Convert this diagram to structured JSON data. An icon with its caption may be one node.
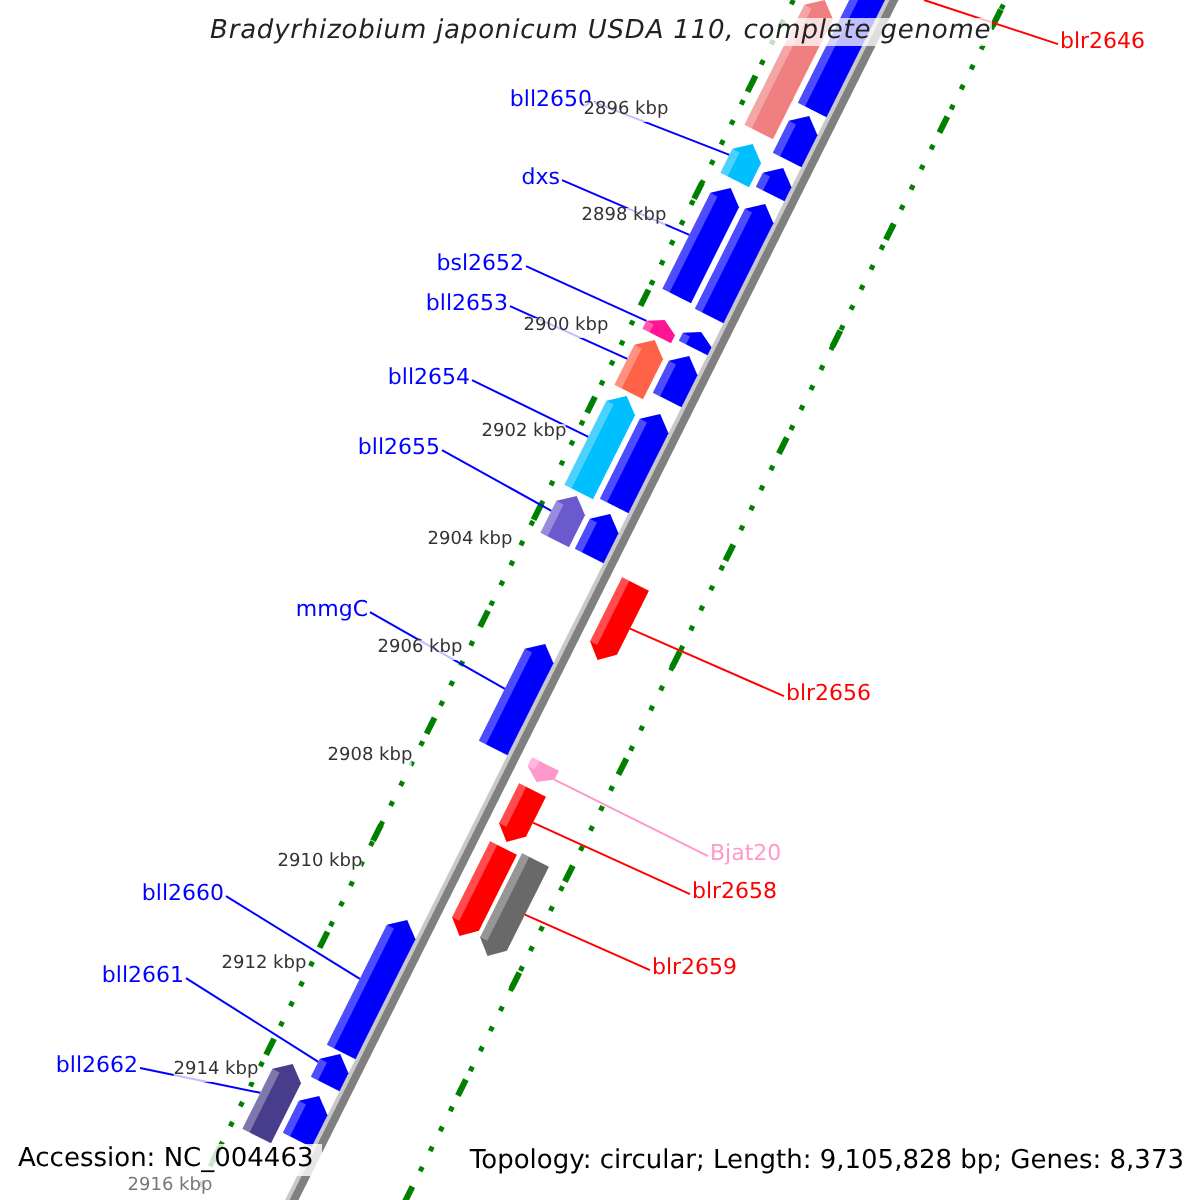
{
  "diagram": {
    "title": "Bradyrhizobium japonicum USDA 110, complete genome",
    "nodes": [
      {
        "text": [
          "blr2646"
        ]
      },
      {
        "text": [
          "bll2650"
        ]
      },
      {
        "text": [],
        "shape": "arrow"
      },
      {
        "text": [
          "dxs"
        ]
      },
      {
        "text": [],
        "shape": "arrow"
      },
      {
        "text": [
          "bsl2652"
        ]
      },
      {
        "text": [],
        "shape": "arrow"
      },
      {
        "text": [
          "bll2653"
        ]
      },
      {
        "text": [],
        "shape": "arrow"
      },
      {
        "text": [
          "bll2654"
        ]
      },
      {
        "text": [],
        "shape": "arrow"
      },
      {
        "text": [
          "bll2655"
        ]
      },
      {
        "text": [],
        "shape": "arrow"
      },
      {
        "text": [
          "mmgC"
        ]
      },
      {
        "text": [],
        "shape": "arrow"
      },
      {
        "text": [
          "blr2656"
        ]
      },
      {
        "text": [],
        "shape": "arrow"
      },
      {
        "text": [
          "Bjat20"
        ]
      },
      {
        "text": [],
        "shape": "arrow"
      },
      {
        "text": [
          "blr2658"
        ]
      },
      {
        "text": [],
        "shape": "arrow"
      },
      {
        "text": [
          "blr2659"
        ]
      },
      {
        "text": [],
        "shape": "arrow"
      },
      {
        "text": [
          "bll2660"
        ]
      },
      {
        "text": [],
        "shape": "arrow"
      },
      {
        "text": [
          "bll2661"
        ]
      },
      {
        "text": [],
        "shape": "arrow"
      },
      {
        "text": [
          "bll2662"
        ]
      },
      {
        "text": [],
        "shape": "arrow"
      },
      {
        "text": [],
        "shape": "arrow"
      },
      {
        "text": [],
        "shape": "arrow"
      },
      {
        "text": [],
        "shape": "arrow"
      },
      {
        "text": [],
        "shape": "arrow"
      },
      {
        "text": [],
        "shape": "arrow"
      },
      {
        "text": [],
        "shape": "arrow"
      },
      {
        "text": [],
        "shape": "arrow"
      },
      {
        "text": [],
        "shape": "arrow"
      },
      {
        "text": [],
        "shape": "arrow"
      },
      {
        "text": [],
        "shape": "arrow"
      },
      {
        "text": [],
        "shape": "arrow"
      }
    ],
    "edges": [
      {
        "from": 0,
        "to": null,
        "arrow": "none",
        "color": "#ff0000"
      },
      {
        "from": 1,
        "to": 2,
        "arrow": "none"
      },
      {
        "from": 3,
        "to": 4,
        "arrow": "none"
      },
      {
        "from": 5,
        "to": 6,
        "arrow": "none"
      },
      {
        "from": 7,
        "to": 8,
        "arrow": "none"
      },
      {
        "from": 9,
        "to": 10,
        "arrow": "none"
      },
      {
        "from": 11,
        "to": 12,
        "arrow": "none"
      },
      {
        "from": 13,
        "to": 14,
        "arrow": "none"
      },
      {
        "from": 15,
        "to": 16,
        "arrow": "none",
        "color": "#ff0000"
      },
      {
        "from": 17,
        "to": 18,
        "arrow": "none",
        "color": "#ff99cc"
      },
      {
        "from": 19,
        "to": 20,
        "arrow": "none",
        "color": "#ff0000"
      },
      {
        "from": 21,
        "to": 22,
        "arrow": "none",
        "color": "#ff0000"
      },
      {
        "from": 23,
        "to": 24,
        "arrow": "none"
      },
      {
        "from": 25,
        "to": 26,
        "arrow": "none"
      },
      {
        "from": 27,
        "to": 28,
        "arrow": "none"
      }
    ],
    "labels": [
      "2896 kbp",
      "2898 kbp",
      "2900 kbp",
      "2902 kbp",
      "2904 kbp",
      "2906 kbp",
      "2908 kbp",
      "2910 kbp",
      "2912 kbp",
      "2914 kbp",
      "2916 kbp",
      "Accession: NC_004463",
      "Topology: circular; Length: 9,105,828 bp; Genes: 8,373"
    ]
  }
}
